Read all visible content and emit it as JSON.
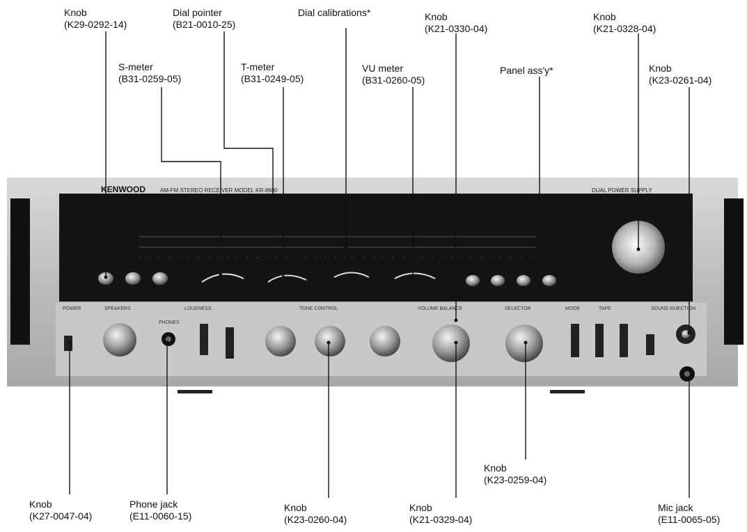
{
  "brand": "KENWOOD",
  "panel": {
    "model_line": "AM-FM STEREO RECEIVER  MODEL KR-8600",
    "power_supply_label": "DUAL POWER SUPPLY",
    "section_labels": {
      "power": "POWER",
      "speakers": "SPEAKERS",
      "loudness": "LOUDNESS",
      "tone_control": "TONE CONTROL",
      "volume_balance": "VOLUME BALANCE",
      "selector": "SELECTOR",
      "mode": "MODE",
      "tape": "TAPE",
      "sound_injection": "SOUND INJECTION",
      "phones": "PHONES"
    }
  },
  "callouts": [
    {
      "id": "knob-k29",
      "name": "Knob",
      "part": "(K29-0292-14)"
    },
    {
      "id": "dial-pointer",
      "name": "Dial pointer",
      "part": "(B21-0010-25)"
    },
    {
      "id": "dial-calibrations",
      "name": "Dial calibrations*",
      "part": ""
    },
    {
      "id": "knob-k21-0330",
      "name": "Knob",
      "part": "(K21-0330-04)"
    },
    {
      "id": "knob-k21-0328",
      "name": "Knob",
      "part": "(K21-0328-04)"
    },
    {
      "id": "s-meter",
      "name": "S-meter",
      "part": "(B31-0259-05)"
    },
    {
      "id": "t-meter",
      "name": "T-meter",
      "part": "(B31-0249-05)"
    },
    {
      "id": "vu-meter",
      "name": "VU meter",
      "part": "(B31-0260-05)"
    },
    {
      "id": "panel-assy",
      "name": "Panel ass'y*",
      "part": ""
    },
    {
      "id": "knob-k23-0261",
      "name": "Knob",
      "part": "(K23-0261-04)"
    },
    {
      "id": "knob-k27",
      "name": "Knob",
      "part": "(K27-0047-04)"
    },
    {
      "id": "phone-jack",
      "name": "Phone jack",
      "part": "(E11-0060-15)"
    },
    {
      "id": "knob-k23-0260",
      "name": "Knob",
      "part": "(K23-0260-04)"
    },
    {
      "id": "knob-k21-0329",
      "name": "Knob",
      "part": "(K21-0329-04)"
    },
    {
      "id": "knob-k23-0259",
      "name": "Knob",
      "part": "(K23-0259-04)"
    },
    {
      "id": "mic-jack",
      "name": "Mic jack",
      "part": "(E11-0065-05)"
    }
  ]
}
